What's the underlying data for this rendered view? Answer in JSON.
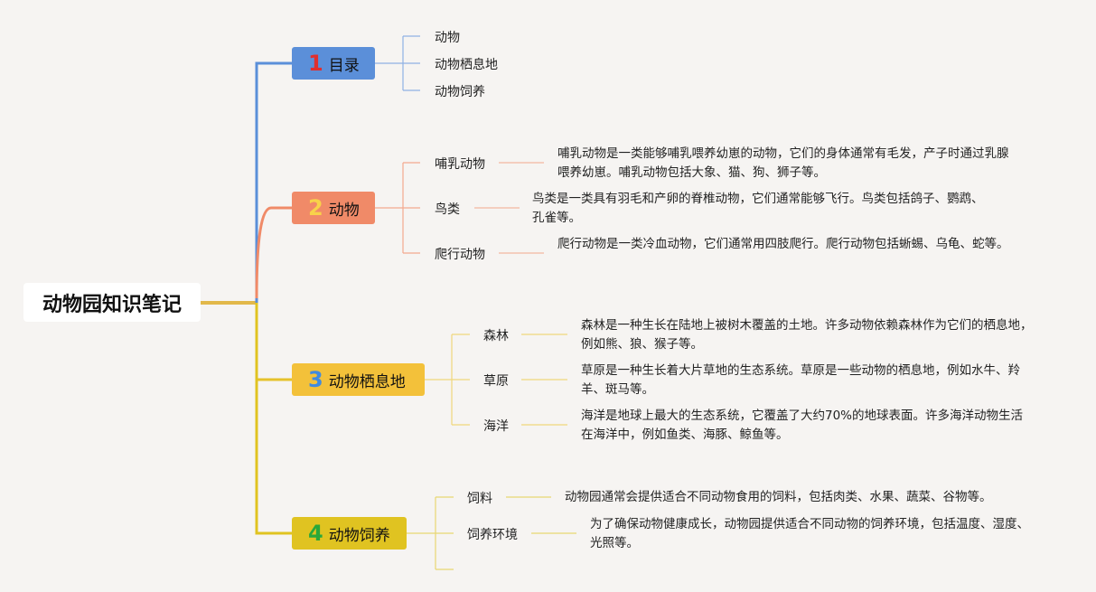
{
  "root": {
    "title": "动物园知识笔记"
  },
  "branches": [
    {
      "num": "1",
      "label": "目录",
      "color": "#5b8fd9",
      "items": [
        {
          "label": "动物"
        },
        {
          "label": "动物栖息地"
        },
        {
          "label": "动物饲养"
        }
      ]
    },
    {
      "num": "2",
      "label": "动物",
      "color": "#f08a68",
      "items": [
        {
          "label": "哺乳动物",
          "desc": "哺乳动物是一类能够哺乳喂养幼崽的动物，它们的身体通常有毛发，产子时通过乳腺喂养幼崽。哺乳动物包括大象、猫、狗、狮子等。"
        },
        {
          "label": "鸟类",
          "desc": "鸟类是一类具有羽毛和产卵的脊椎动物，它们通常能够飞行。鸟类包括鸽子、鹦鹉、孔雀等。"
        },
        {
          "label": "爬行动物",
          "desc": "爬行动物是一类冷血动物，它们通常用四肢爬行。爬行动物包括蜥蜴、乌龟、蛇等。"
        }
      ]
    },
    {
      "num": "3",
      "label": "动物栖息地",
      "color": "#f3c13a",
      "items": [
        {
          "label": "森林",
          "desc": "森林是一种生长在陆地上被树木覆盖的土地。许多动物依赖森林作为它们的栖息地，例如熊、狼、猴子等。"
        },
        {
          "label": "草原",
          "desc": "草原是一种生长着大片草地的生态系统。草原是一些动物的栖息地，例如水牛、羚羊、斑马等。"
        },
        {
          "label": "海洋",
          "desc": "海洋是地球上最大的生态系统，它覆盖了大约70%的地球表面。许多海洋动物生活在海洋中，例如鱼类、海豚、鲸鱼等。"
        }
      ]
    },
    {
      "num": "4",
      "label": "动物饲养",
      "color": "#e0c321",
      "items": [
        {
          "label": "饲料",
          "desc": "动物园通常会提供适合不同动物食用的饲料，包括肉类、水果、蔬菜、谷物等。"
        },
        {
          "label": "饲养环境",
          "desc": "为了确保动物健康成长，动物园提供适合不同动物的饲养环境，包括温度、湿度、光照等。"
        }
      ]
    }
  ]
}
